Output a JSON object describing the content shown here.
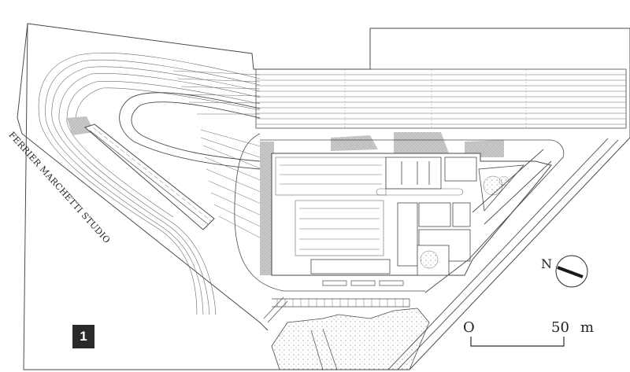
{
  "figure": {
    "number": "1",
    "studio_credit": "FERRIER MARCHETTI STUDIO"
  },
  "compass": {
    "label": "N",
    "icon": "north-arrow-icon"
  },
  "scale_bar": {
    "start": "O",
    "end": "50",
    "unit": "m"
  },
  "colors": {
    "line": "#4a4a4a",
    "shade": "#bdbdbd",
    "badge": "#2a2a2a"
  }
}
